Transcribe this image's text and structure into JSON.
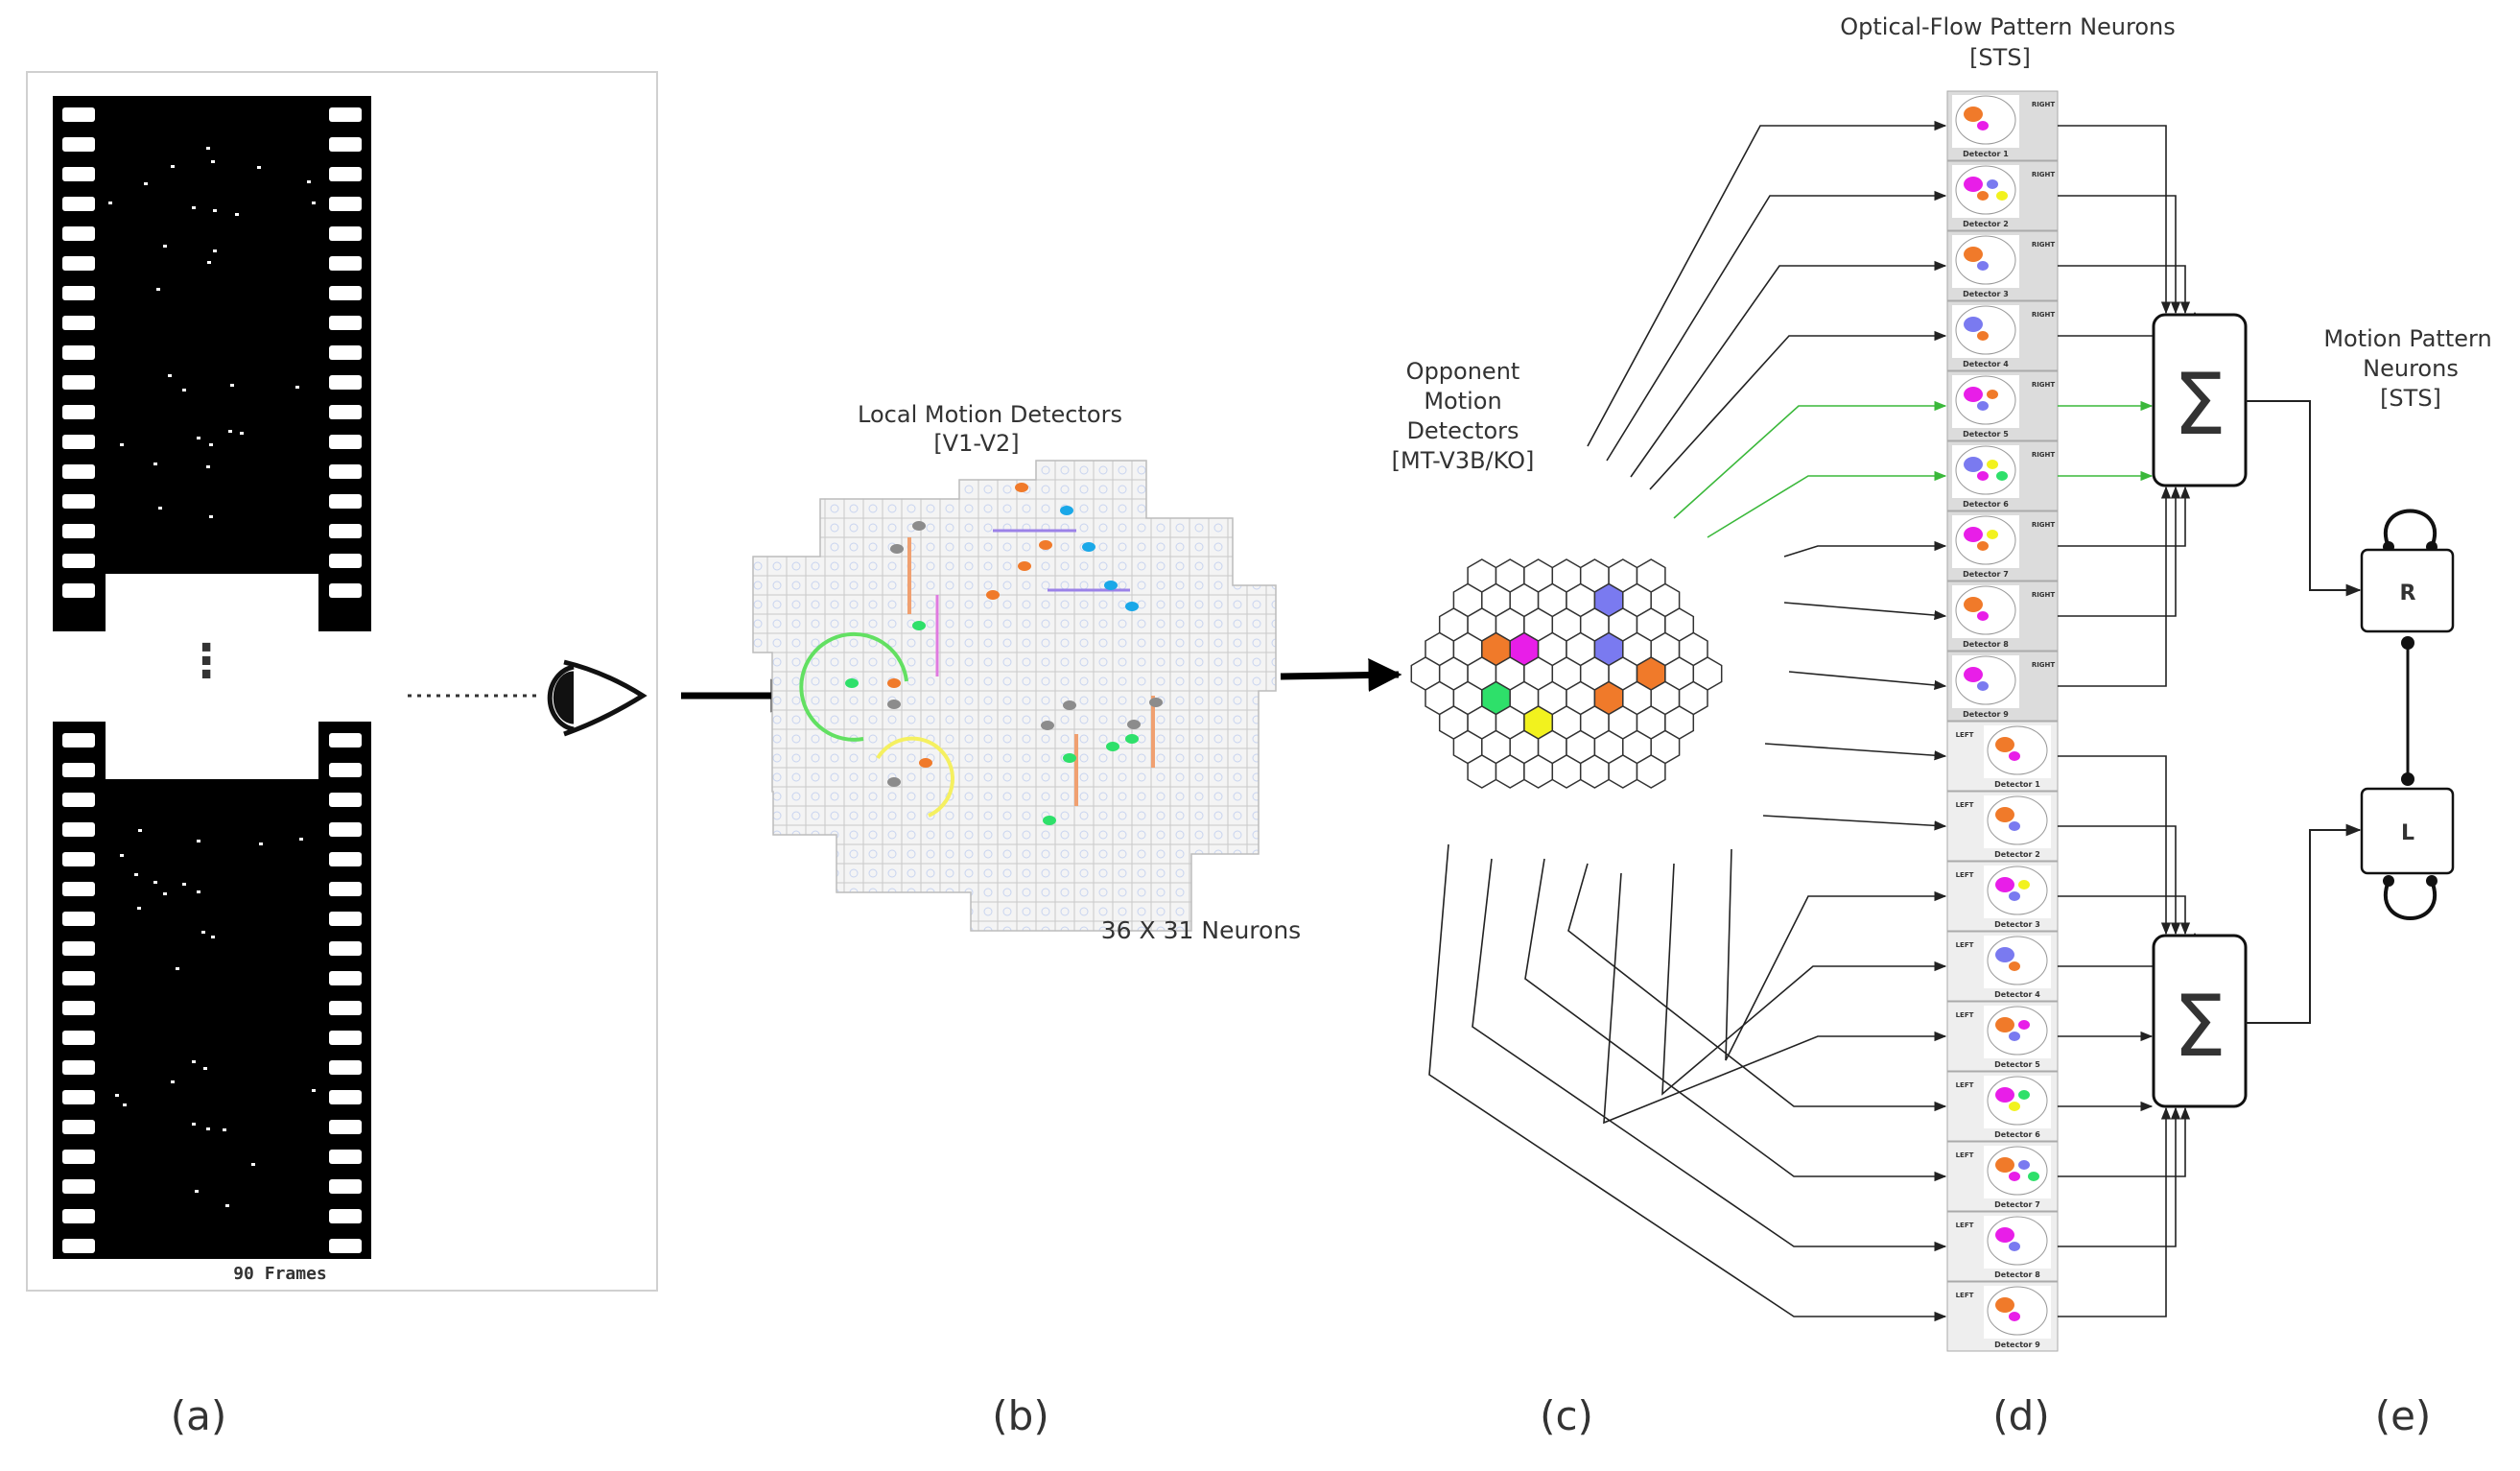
{
  "panels": {
    "a": {
      "caption": "(a)",
      "frames_label": "90 Frames",
      "ellipsis": "⋮"
    },
    "b": {
      "caption": "(b)",
      "title_line1": "Local Motion Detectors",
      "title_line2": "[V1-V2]",
      "size_label": "36 X 31 Neurons"
    },
    "c": {
      "caption": "(c)",
      "title_lines": [
        "Opponent",
        "Motion",
        "Detectors",
        "[MT-V3B/KO]"
      ]
    },
    "d": {
      "caption": "(d)",
      "title_line1": "Optical-Flow Pattern Neurons",
      "title_line2": "[STS]",
      "right_tag": "RIGHT",
      "left_tag": "LEFT",
      "detector_word": "Detector",
      "detector_numbers": [
        "1",
        "2",
        "3",
        "4",
        "5",
        "6",
        "7",
        "8",
        "9"
      ]
    },
    "e": {
      "caption": "(e)",
      "title_lines": [
        "Motion Pattern",
        "Neurons",
        "[STS]"
      ],
      "right_label": "R",
      "left_label": "L"
    }
  },
  "summation_symbol": "Σ",
  "colors": {
    "orange": "#f07a2a",
    "magenta": "#e81ee8",
    "blue": "#7a7af0",
    "green": "#2ee06a",
    "yellow": "#f2f21e",
    "cyan": "#1aa8e8",
    "gray": "#8c8c8c",
    "highlight_arrow": "#3ab83a"
  },
  "icons": [
    "eye-icon",
    "summation-icon",
    "film-strip-icon",
    "hexagon-grid-icon"
  ]
}
